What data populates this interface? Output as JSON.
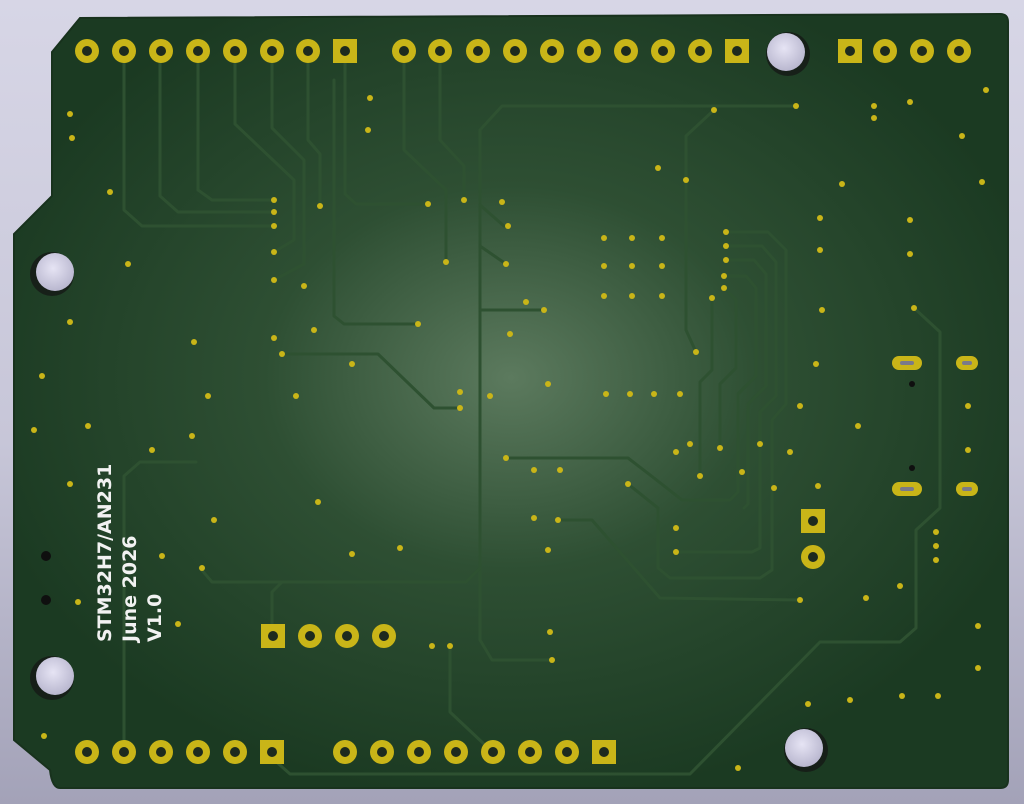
{
  "board": {
    "silkscreen": [
      "STM32H7/AN231",
      "June 2026",
      "V1.0"
    ]
  },
  "colors": {
    "background": "#cbcadb",
    "solder_mask": "#1d3e24",
    "trace": "#2a4a2c",
    "pad_copper": "#c9b518",
    "silkscreen": "#f2f2f2",
    "hole": "#d6d4ea"
  }
}
